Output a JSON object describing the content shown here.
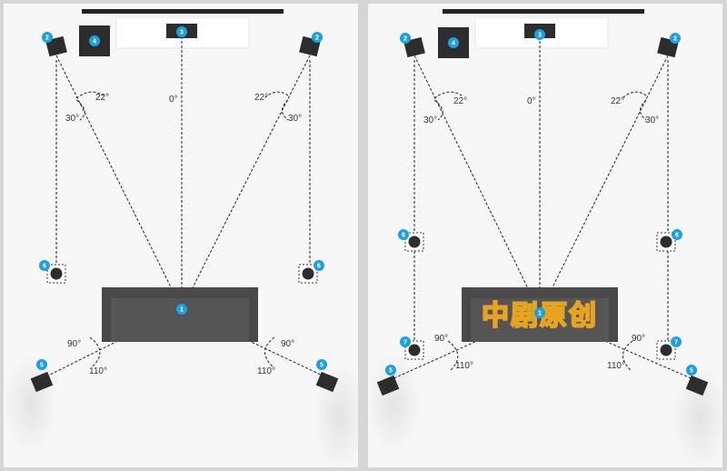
{
  "colors": {
    "background": "#d6d6d6",
    "panel": "#f7f7f7",
    "badge": "#1ba1e2",
    "sofa": "#555555",
    "speaker": "#2d2d2d",
    "watermark": "#e7a420"
  },
  "icons": [
    "speaker-icon",
    "sofa-icon",
    "tv-icon",
    "subwoofer-icon",
    "number-badge-icon"
  ],
  "left": {
    "angles": {
      "a22_left": "22°",
      "a30_left": "30°",
      "a0": "0°",
      "a22_right": "22°",
      "a30_right": "30°",
      "a90_left": "90°",
      "a110_left": "110°",
      "a90_right": "90°",
      "a110_right": "110°"
    },
    "badges": {
      "listener": "1",
      "front_left": "2",
      "front_right": "2",
      "center": "3",
      "subwoofer": "4",
      "side_left": "6",
      "side_right": "6",
      "rear_left": "5",
      "rear_right": "5"
    }
  },
  "right": {
    "angles": {
      "a22_left": "22°",
      "a30_left": "30°",
      "a0": "0°",
      "a22_right": "22°",
      "a30_right": "30°",
      "a90_left": "90°",
      "a110_left": "110°",
      "a90_right": "90°",
      "a110_right": "110°"
    },
    "badges": {
      "listener": "1",
      "front_left": "2",
      "front_right": "2",
      "center": "3",
      "subwoofer": "4",
      "side_left": "6",
      "side_right": "6",
      "back_left": "7",
      "back_right": "7",
      "rear_left": "5",
      "rear_right": "5"
    },
    "watermark": "中剧原创"
  }
}
